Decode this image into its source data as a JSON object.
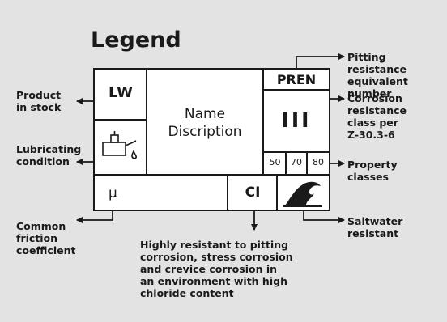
{
  "legend_title": "Legend",
  "card": {
    "lw": "LW",
    "name": "Name",
    "description": "Discription",
    "pren": "PREN",
    "corrosion_class": "III",
    "property_classes": [
      "50",
      "70",
      "80"
    ],
    "friction": "µ",
    "ci": "CI"
  },
  "annotations": {
    "pren": [
      "Pitting resistance",
      "equivalent",
      "number"
    ],
    "corrosion": [
      "Corrosion",
      "resistance",
      "class per",
      "Z-30.3-6"
    ],
    "property": [
      "Property",
      "classes"
    ],
    "saltwater": [
      "Saltwater",
      "resistant"
    ],
    "stock": [
      "Product",
      "in stock"
    ],
    "lubricating": [
      "Lubricating",
      "condition"
    ],
    "friction": [
      "Common",
      "friction",
      "coefficient"
    ],
    "ci": [
      "Highly resistant to pitting",
      "corrosion, stress corrosion",
      "and crevice corrosion in",
      "an environment with high",
      "chloride content"
    ]
  },
  "icons": {
    "lubrication": "oil-can-icon",
    "saltwater": "wave-icon"
  }
}
